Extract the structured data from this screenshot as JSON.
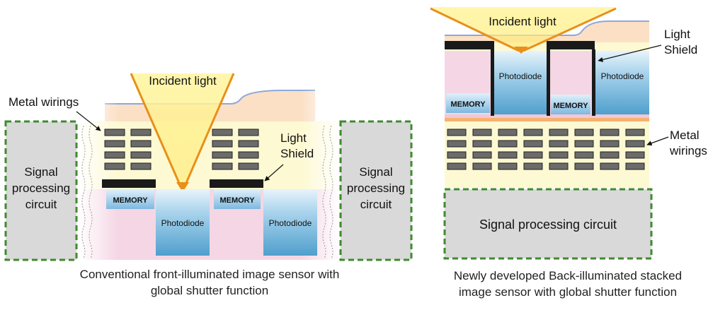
{
  "left": {
    "incident_light": "Incident light",
    "metal_wirings": "Metal wirings",
    "light_shield_line1": "Light",
    "light_shield_line2": "Shield",
    "signal_circuit_line1": "Signal",
    "signal_circuit_line2": "processing",
    "signal_circuit_line3": "circuit",
    "memory": "MEMORY",
    "photodiode": "Photodiode",
    "caption_line1": "Conventional front-illuminated image sensor with",
    "caption_line2": "global shutter function"
  },
  "right": {
    "incident_light": "Incident light",
    "light_shield_line1": "Light",
    "light_shield_line2": "Shield",
    "metal_wirings_line1": "Metal",
    "metal_wirings_line2": "wirings",
    "memory": "MEMORY",
    "photodiode": "Photodiode",
    "signal_circuit": "Signal processing circuit",
    "caption_line1": "Newly developed Back-illuminated stacked",
    "caption_line2": "image sensor with global shutter function"
  },
  "colors": {
    "lens": "#fbe0c6",
    "lens_outline": "#8fa8d8",
    "wiring_layer": "#fdf9d2",
    "substrate": "#f5d6e4",
    "memory": "#8ec3e6",
    "photodiode": "#6aafd6",
    "wire": "#6b6b6b",
    "shield": "#1a1a1a",
    "light": "#f5b400",
    "arrow": "#e8901a",
    "circuit": "#d9d9d9",
    "circuit_border": "#3f8a2f"
  }
}
